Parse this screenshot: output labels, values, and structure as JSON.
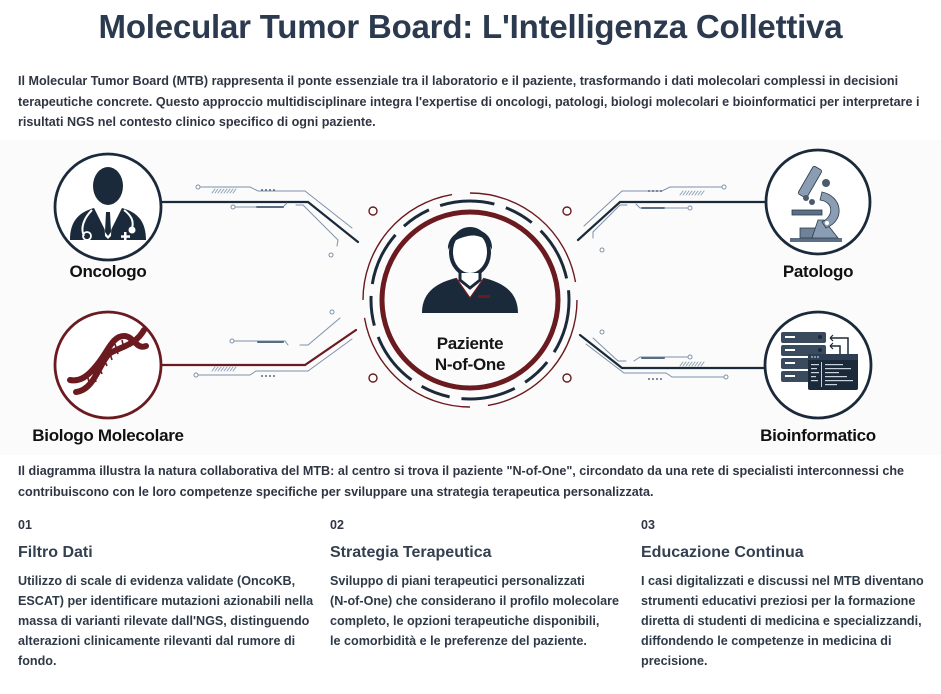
{
  "header": {
    "title": "Molecular Tumor Board: L'Intelligenza Collettiva"
  },
  "intro": {
    "text": "Il Molecular Tumor Board (MTB) rappresenta il ponte essenziale tra il laboratorio e il paziente, trasformando i dati molecolari complessi in decisioni terapeutiche concrete. Questo approccio multidisciplinare integra l'expertise di oncologi, patologi, biologi molecolari e bioinformatici per interpretare i risultati NGS nel contesto clinico specifico di ogni paziente."
  },
  "diagram": {
    "center": {
      "line1": "Paziente",
      "line2": "N-of-One",
      "icon": "patient-icon"
    },
    "nodes": [
      {
        "label": "Oncologo",
        "icon": "doctor-icon",
        "color": "#1b2a3b"
      },
      {
        "label": "Patologo",
        "icon": "microscope-icon",
        "color": "#1b2a3b"
      },
      {
        "label": "Biologo Molecolare",
        "icon": "dna-icon",
        "color": "#6b1a1f"
      },
      {
        "label": "Bioinformatico",
        "icon": "server-code-icon",
        "color": "#1b2a3b"
      }
    ],
    "colors": {
      "navy": "#1b2a3b",
      "maroon": "#6b1a1f",
      "steel": "#7e92a8"
    }
  },
  "caption": {
    "text": "Il diagramma illustra la natura collaborativa del MTB: al centro si trova il paziente \"N-of-One\", circondato da una rete di specialisti interconnessi che contribuiscono con le loro competenze specifiche per sviluppare una strategia terapeutica personalizzata."
  },
  "columns": [
    {
      "number": "01",
      "title": "Filtro Dati",
      "body": "Utilizzo di scale di evidenza validate (OncoKB,\nESCAT) per identificare mutazioni azionabili nella\nmassa di varianti rilevate dall'NGS, distinguendo\nalterazioni clinicamente rilevanti dal rumore di\nfondo."
    },
    {
      "number": "02",
      "title": "Strategia Terapeutica",
      "body": "Sviluppo di piani terapeutici personalizzati\n (N-of-One) che considerano il profilo molecolare\ncompleto, le opzioni terapeutiche disponibili,\nle comorbidità e le preferenze del paziente."
    },
    {
      "number": "03",
      "title": "Educazione Continua",
      "body": "I casi digitalizzati e discussi nel MTB diventano\nstrumenti educativi preziosi per la formazione\ndiretta di studenti di medicina e specializzandi,\ndiffondendo le competenze in medicina di\nprecisione."
    }
  ]
}
